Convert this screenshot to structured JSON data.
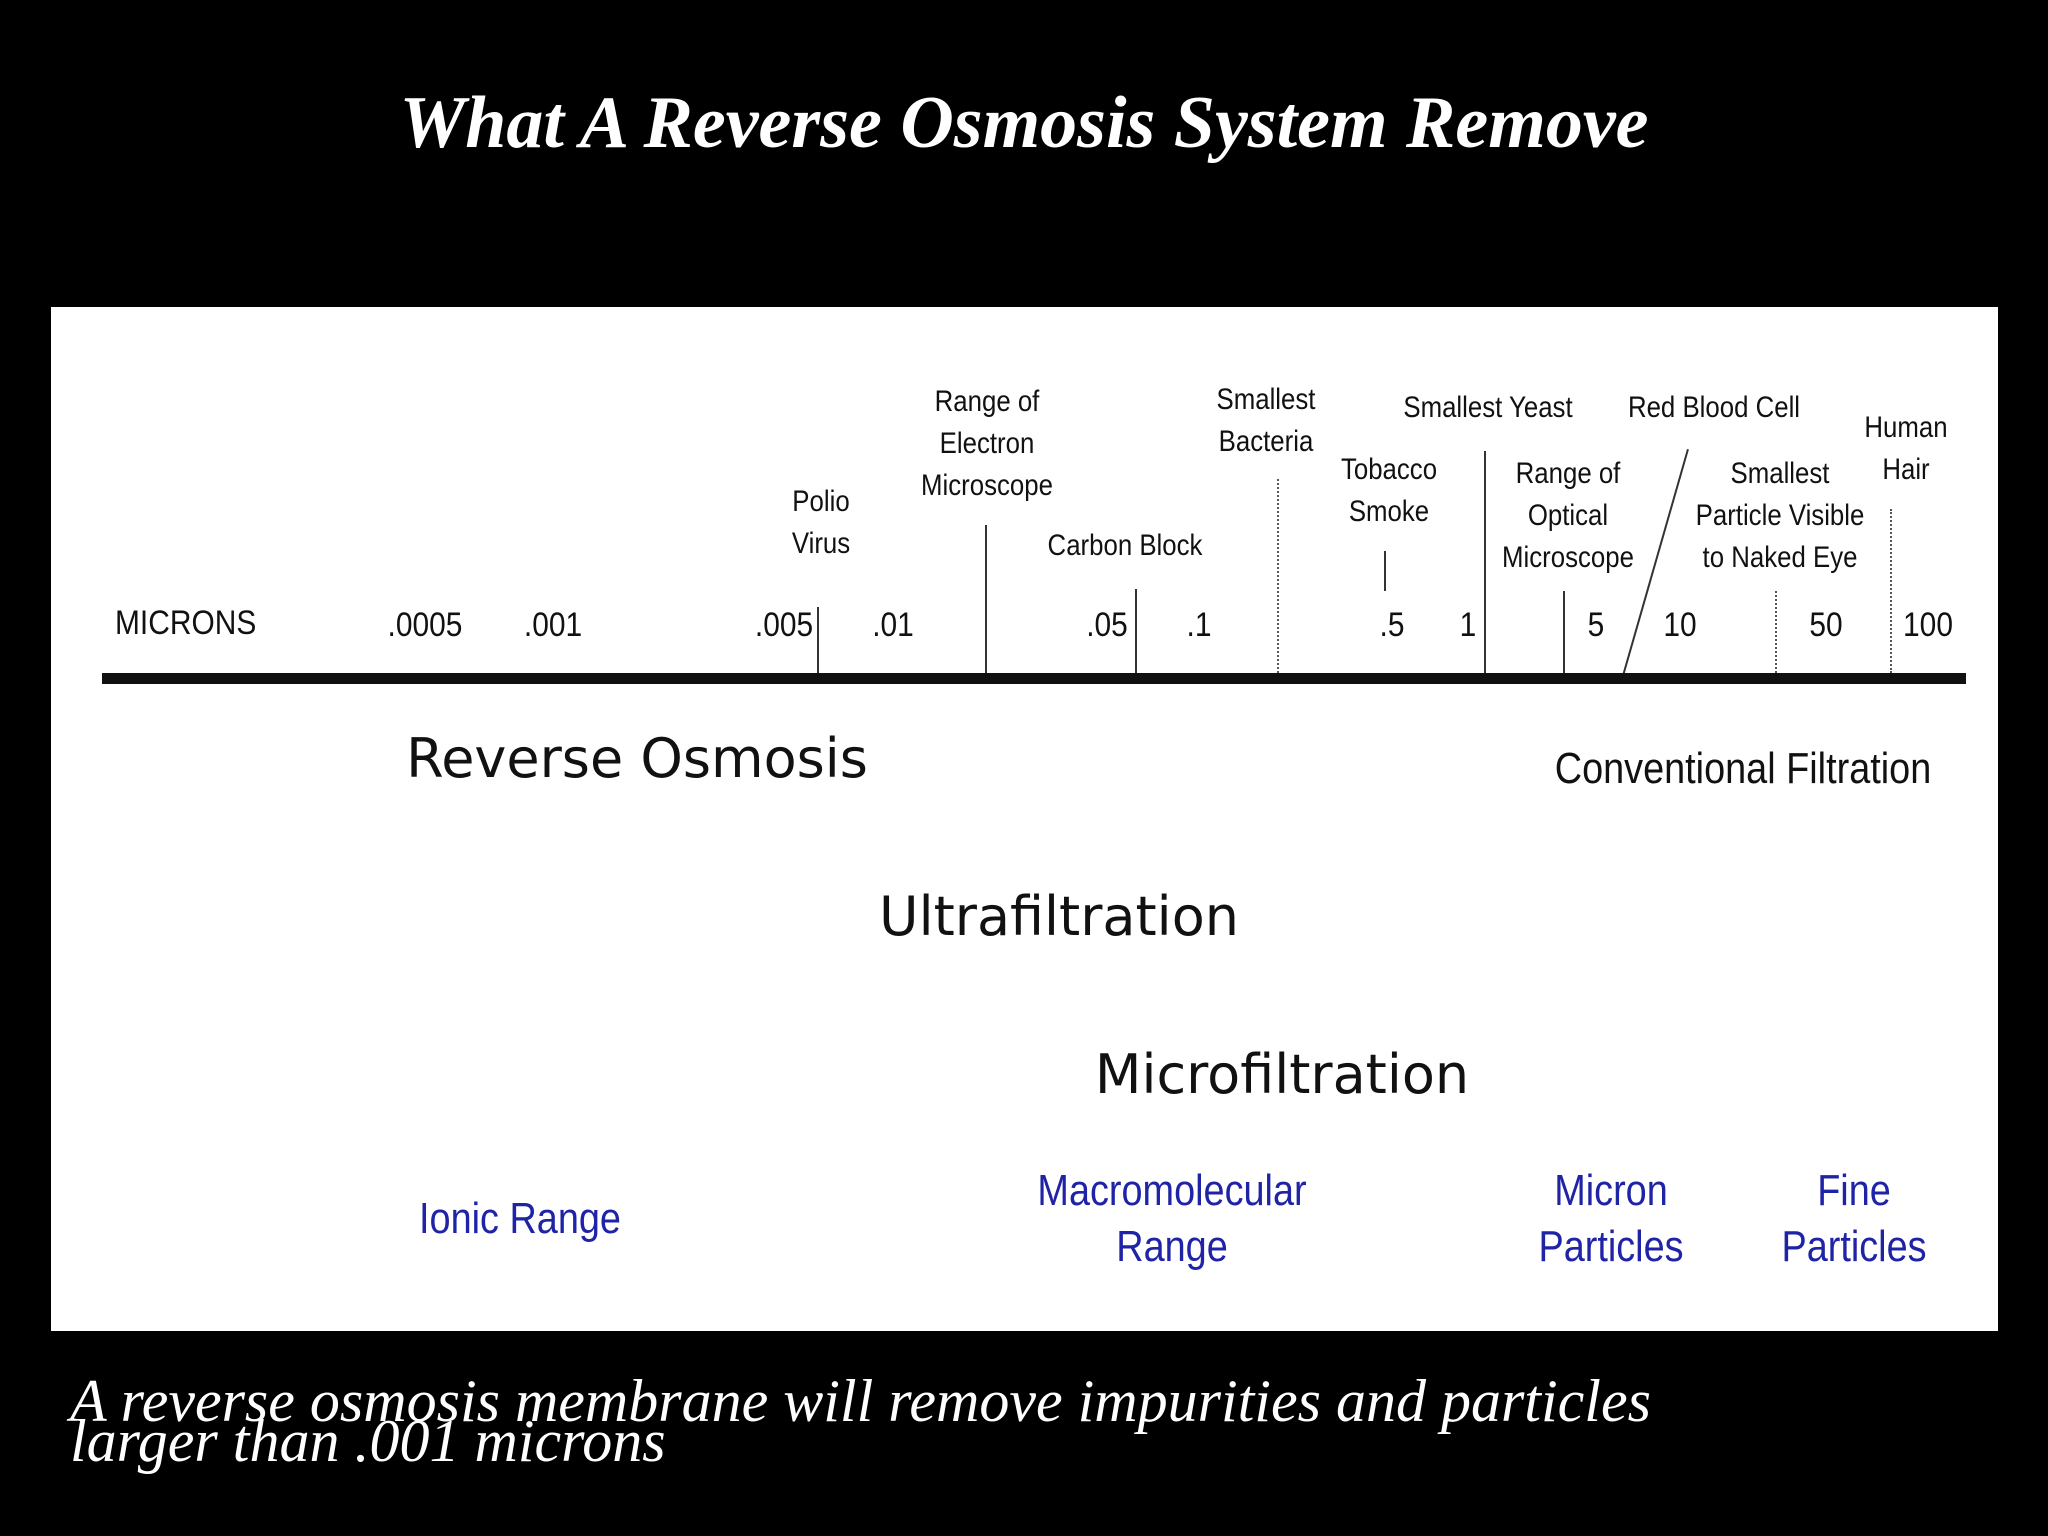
{
  "slide": {
    "title": "What A Reverse Osmosis System Remove",
    "caption_line1": "A reverse osmosis membrane will remove impurities and particles",
    "caption_line2": "larger than .001 microns"
  },
  "scale": {
    "axis_label": "MICRONS",
    "ticks": [
      ".0005",
      ".001",
      ".005",
      ".01",
      ".05",
      ".1",
      ".5",
      "1",
      "5",
      "10",
      "50",
      "100"
    ]
  },
  "markers": {
    "polio_virus": [
      "Polio",
      "Virus"
    ],
    "electron_microscope": [
      "Range of",
      "Electron",
      "Microscope"
    ],
    "carbon_block": "Carbon Block",
    "smallest_bacteria": [
      "Smallest",
      "Bacteria"
    ],
    "tobacco_smoke": [
      "Tobacco",
      "Smoke"
    ],
    "smallest_yeast": "Smallest Yeast",
    "red_blood_cell": "Red Blood Cell",
    "optical_microscope": [
      "Range of",
      "Optical",
      "Microscope"
    ],
    "smallest_visible": [
      "Smallest",
      "Particle Visible",
      "to Naked Eye"
    ],
    "human_hair": [
      "Human",
      "Hair"
    ]
  },
  "processes": {
    "reverse_osmosis": "Reverse Osmosis",
    "conventional_filtration": "Conventional Filtration",
    "ultrafiltration": "Ultrafiltration",
    "microfiltration": "Microfiltration"
  },
  "size_classes": {
    "ionic": "Ionic Range",
    "macromolecular": [
      "Macromolecular",
      "Range"
    ],
    "micron": [
      "Micron",
      "Particles"
    ],
    "fine": [
      "Fine",
      "Particles"
    ]
  },
  "colors": {
    "background": "#000000",
    "panel": "#ffffff",
    "size_class_text": "#1f23a6"
  }
}
